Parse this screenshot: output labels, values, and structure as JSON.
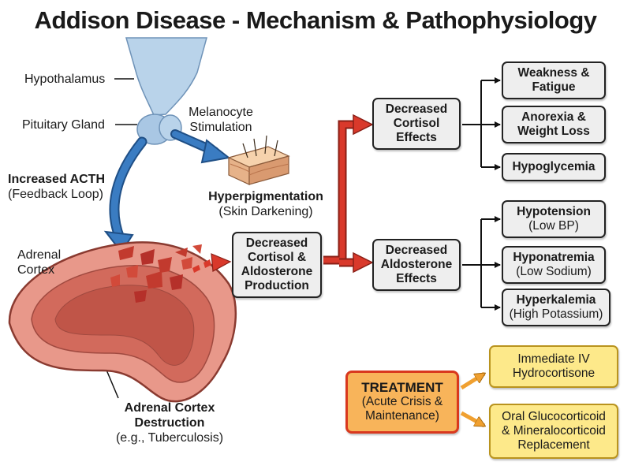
{
  "title": "Addison Disease - Mechanism & Pathophysiology",
  "labels": {
    "hypothalamus": "Hypothalamus",
    "pituitary": "Pituitary Gland",
    "melanocyte_line1": "Melanocyte",
    "melanocyte_line2": "Stimulation",
    "acth_bold": "Increased ACTH",
    "acth_sub": "(Feedback Loop)",
    "hyperpig_bold": "Hyperpigmentation",
    "hyperpig_sub": "(Skin Darkening)",
    "adrenal_line1": "Adrenal",
    "adrenal_line2": "Cortex",
    "destruction_line1": "Adrenal Cortex",
    "destruction_line2": "Destruction",
    "destruction_sub": "(e.g., Tuberculosis)"
  },
  "boxes": {
    "production": [
      "Decreased",
      "Cortisol &",
      "Aldosterone",
      "Production"
    ],
    "cortisol_effects": [
      "Decreased",
      "Cortisol",
      "Effects"
    ],
    "aldosterone_effects": [
      "Decreased",
      "Aldosterone",
      "Effects"
    ],
    "weakness": [
      "Weakness &",
      "Fatigue"
    ],
    "anorexia": [
      "Anorexia &",
      "Weight Loss"
    ],
    "hypoglycemia": "Hypoglycemia",
    "hypotension": {
      "bold": "Hypotension",
      "sub": "(Low BP)"
    },
    "hyponatremia": {
      "bold": "Hyponatremia",
      "sub": "(Low Sodium)"
    },
    "hyperkalemia": {
      "bold": "Hyperkalemia",
      "sub": "(High Potassium)"
    }
  },
  "treatment": {
    "head": "TREATMENT",
    "sub1": "(Acute Crisis &",
    "sub2": "Maintenance)",
    "option1": [
      "Immediate IV",
      "Hydrocortisone"
    ],
    "option2": [
      "Oral Glucocorticoid",
      "& Mineralocorticoid",
      "Replacement"
    ]
  },
  "colors": {
    "blue_arrow": "#3a7cc2",
    "red_arrow": "#d9392b",
    "orange_arrow": "#f0a030",
    "gland": "#e8988a",
    "box_fill": "#eeeeee",
    "treatment_fill": "#f8b45a",
    "yellow_fill": "#fde98a"
  }
}
